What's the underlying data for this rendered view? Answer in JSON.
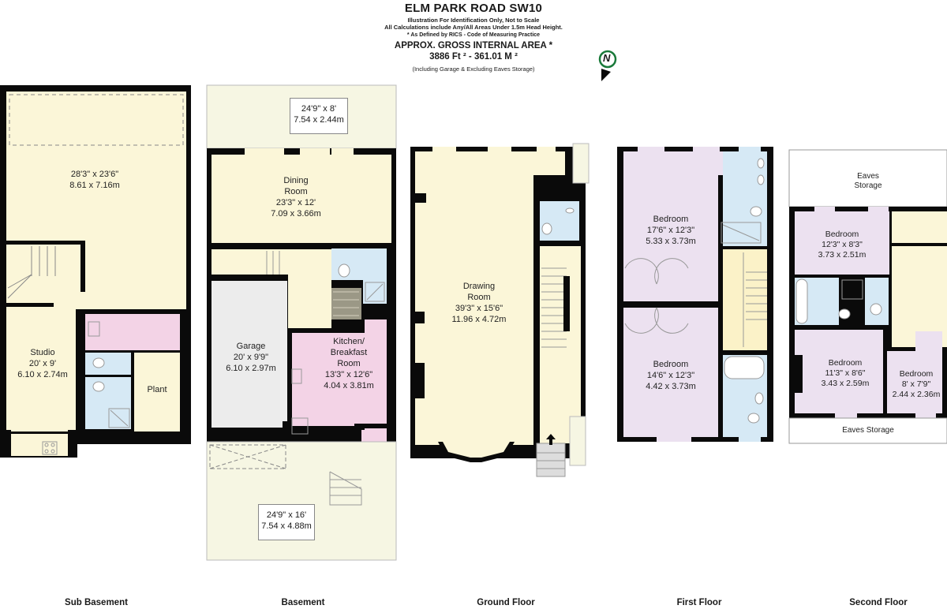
{
  "header": {
    "title": "ELM PARK ROAD SW10",
    "subtitle_1": "Illustration For Identification Only, Not to Scale",
    "subtitle_2": "All Calculations include Any/All Areas Under 1.5m Head Height.",
    "subtitle_3": "* As Defined by RICS - Code of Measuring Practice",
    "area_label": "APPROX. GROSS INTERNAL  AREA *",
    "area_value": "3886 Ft ²  -  361.01 M ²",
    "area_note": "(Including Garage & Excluding Eaves Storage)"
  },
  "compass": {
    "icon": "north-compass-icon",
    "letter": "N",
    "color": "#1a7a3a"
  },
  "colors": {
    "wall": "#0a0a0a",
    "living": "#fbf6d8",
    "bedroom": "#ece1f0",
    "bathroom": "#d6e9f5",
    "kitchen": "#f3d3e6",
    "garage": "#ececec",
    "outdoor": "#f6f6e3",
    "stair": "#fbf2c8"
  },
  "floors": [
    {
      "name": "Sub Basement",
      "rooms": [
        {
          "name": "",
          "imperial": "28'3\" x 23'6\"",
          "metric": "8.61 x 7.16m"
        },
        {
          "name": "Studio",
          "imperial": "20' x 9'",
          "metric": "6.10 x 2.74m"
        },
        {
          "name": "Plant",
          "imperial": "",
          "metric": ""
        }
      ]
    },
    {
      "name": "Basement",
      "rooms": [
        {
          "name": "",
          "imperial": "24'9\" x 8'",
          "metric": "7.54 x 2.44m"
        },
        {
          "name": "Dining",
          "name2": "Room",
          "imperial": "23'3\" x 12'",
          "metric": "7.09 x 3.66m"
        },
        {
          "name": "Garage",
          "imperial": "20' x 9'9\"",
          "metric": "6.10 x 2.97m"
        },
        {
          "name": "Kitchen/",
          "name2": "Breakfast",
          "name3": "Room",
          "imperial": "13'3\" x 12'6\"",
          "metric": "4.04 x 3.81m"
        },
        {
          "name": "",
          "imperial": "24'9\" x 16'",
          "metric": "7.54 x 4.88m"
        }
      ]
    },
    {
      "name": "Ground Floor",
      "rooms": [
        {
          "name": "Drawing",
          "name2": "Room",
          "imperial": "39'3\" x 15'6\"",
          "metric": "11.96 x 4.72m"
        }
      ]
    },
    {
      "name": "First Floor",
      "rooms": [
        {
          "name": "Bedroom",
          "imperial": "17'6\" x 12'3\"",
          "metric": "5.33 x 3.73m"
        },
        {
          "name": "Bedroom",
          "imperial": "14'6\" x 12'3\"",
          "metric": "4.42 x 3.73m"
        }
      ]
    },
    {
      "name": "Second Floor",
      "rooms": [
        {
          "name": "Eaves",
          "name2": "Storage",
          "imperial": "",
          "metric": ""
        },
        {
          "name": "Bedroom",
          "imperial": "12'3\" x 8'3\"",
          "metric": "3.73 x 2.51m"
        },
        {
          "name": "Bedroom",
          "imperial": "11'3\" x 8'6\"",
          "metric": "3.43 x 2.59m"
        },
        {
          "name": "Bedroom",
          "imperial": "8' x 7'9\"",
          "metric": "2.44 x 2.36m"
        },
        {
          "name": "Eaves Storage",
          "imperial": "",
          "metric": ""
        }
      ]
    }
  ]
}
